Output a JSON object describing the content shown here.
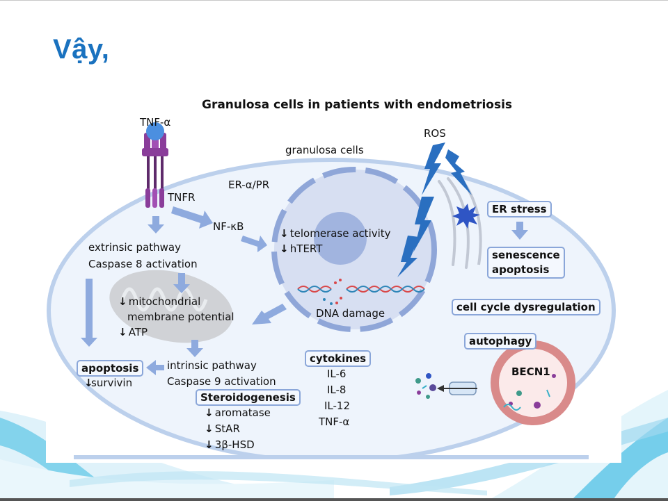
{
  "slide": {
    "title": "Vậy,",
    "accent_color": "#1a72bf"
  },
  "figure": {
    "title": "Granulosa cells in patients with endometriosis",
    "labels": {
      "tnf_alpha": "TNF-α",
      "granulosa_cells": "granulosa cells",
      "ros": "ROS",
      "er_pr": "ER-α/PR",
      "tnfr": "TNFR",
      "nf_kb": "NF-κB",
      "extrinsic_line1": "extrinsic pathway",
      "extrinsic_line2": "Caspase 8 activation",
      "telomerase": "telomerase activity",
      "htert": "hTERT",
      "dna_damage": "DNA damage",
      "mito_line1": "mitochondrial",
      "mito_line2": "membrane potential",
      "atp": "ATP",
      "intrinsic_line1": "intrinsic pathway",
      "intrinsic_line2": "Caspase 9 activation",
      "survivin": "survivin",
      "aromatase": "aromatase",
      "star": "StAR",
      "hsd": "3β-HSD",
      "becn1": "BECN1"
    },
    "boxes": {
      "er_stress": "ER stress",
      "senescence_line1": "senescence",
      "senescence_line2": "apoptosis",
      "cell_cycle": "cell cycle dysregulation",
      "autophagy": "autophagy",
      "apoptosis": "apoptosis",
      "steroidogenesis": "Steroidogenesis",
      "cytokines": "cytokines"
    },
    "cytokines": [
      "IL-6",
      "IL-8",
      "IL-12",
      "TNF-α"
    ],
    "down_arrow": "↓",
    "colors": {
      "cell_fill": "#eef4fc",
      "membrane": "#bcd0ec",
      "nucleus_fill": "#d7dff2",
      "nucleus_envelope": "#8fa6d8",
      "arrow": "#8eaade",
      "ros_bolt": "#2a6fc0",
      "receptor": "#8a3d9a",
      "ligand": "#4b8fe0",
      "autophagosome": "#d98a8a"
    }
  }
}
